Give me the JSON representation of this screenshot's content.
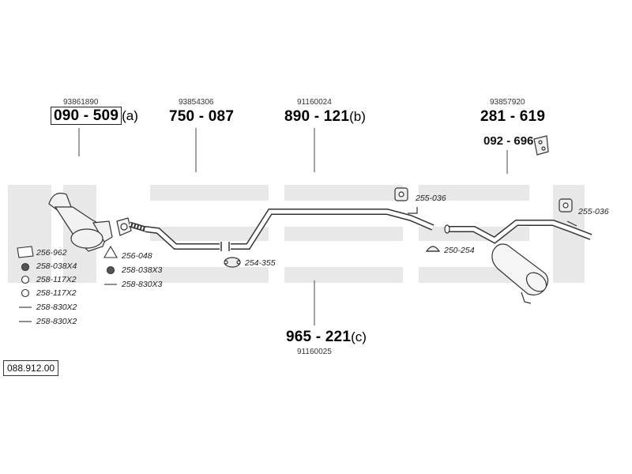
{
  "diagram": {
    "reference": "088.912.00",
    "watermark_color": "#e6e6e6",
    "line_color": "#444444",
    "parts": [
      {
        "id": "p1",
        "oem": "93861890",
        "code": "090 - 509",
        "suffix": "(a)",
        "boxed": true
      },
      {
        "id": "p2",
        "oem": "93854306",
        "code": "750 - 087",
        "suffix": "",
        "boxed": false
      },
      {
        "id": "p3",
        "oem": "91160024",
        "code": "890 - 121",
        "suffix": "(b)",
        "boxed": false
      },
      {
        "id": "p4",
        "oem": "93857920",
        "code": "281 - 619",
        "suffix": "",
        "boxed": false
      },
      {
        "id": "p5",
        "oem": "",
        "code": "092 - 696",
        "suffix": "",
        "boxed": false
      },
      {
        "id": "p6",
        "oem": "91160025",
        "code": "965 - 221",
        "suffix": "(c)",
        "boxed": false
      }
    ],
    "fittings_left": [
      {
        "icon": "gasket-icon",
        "label": "256-962"
      },
      {
        "icon": "nut-icon",
        "label": "258-038X4"
      },
      {
        "icon": "washer-icon",
        "label": "258-117X2"
      },
      {
        "icon": "washer-icon",
        "label": "258-117X2"
      },
      {
        "icon": "bolt-icon",
        "label": "258-830X2"
      },
      {
        "icon": "bolt-icon",
        "label": "258-830X2"
      }
    ],
    "fittings_mid": [
      {
        "icon": "gasket-icon",
        "label": "256-048"
      },
      {
        "icon": "nut-icon",
        "label": "258-038X3"
      },
      {
        "icon": "bolt-icon",
        "label": "258-830X3"
      }
    ],
    "callouts": [
      {
        "icon": "clamp-icon",
        "label": "254-355"
      },
      {
        "icon": "rubber-mount-icon",
        "label": "255-036"
      },
      {
        "icon": "clamp-icon",
        "label": "250-254"
      },
      {
        "icon": "rubber-mount-icon",
        "label": "255-036"
      }
    ]
  }
}
